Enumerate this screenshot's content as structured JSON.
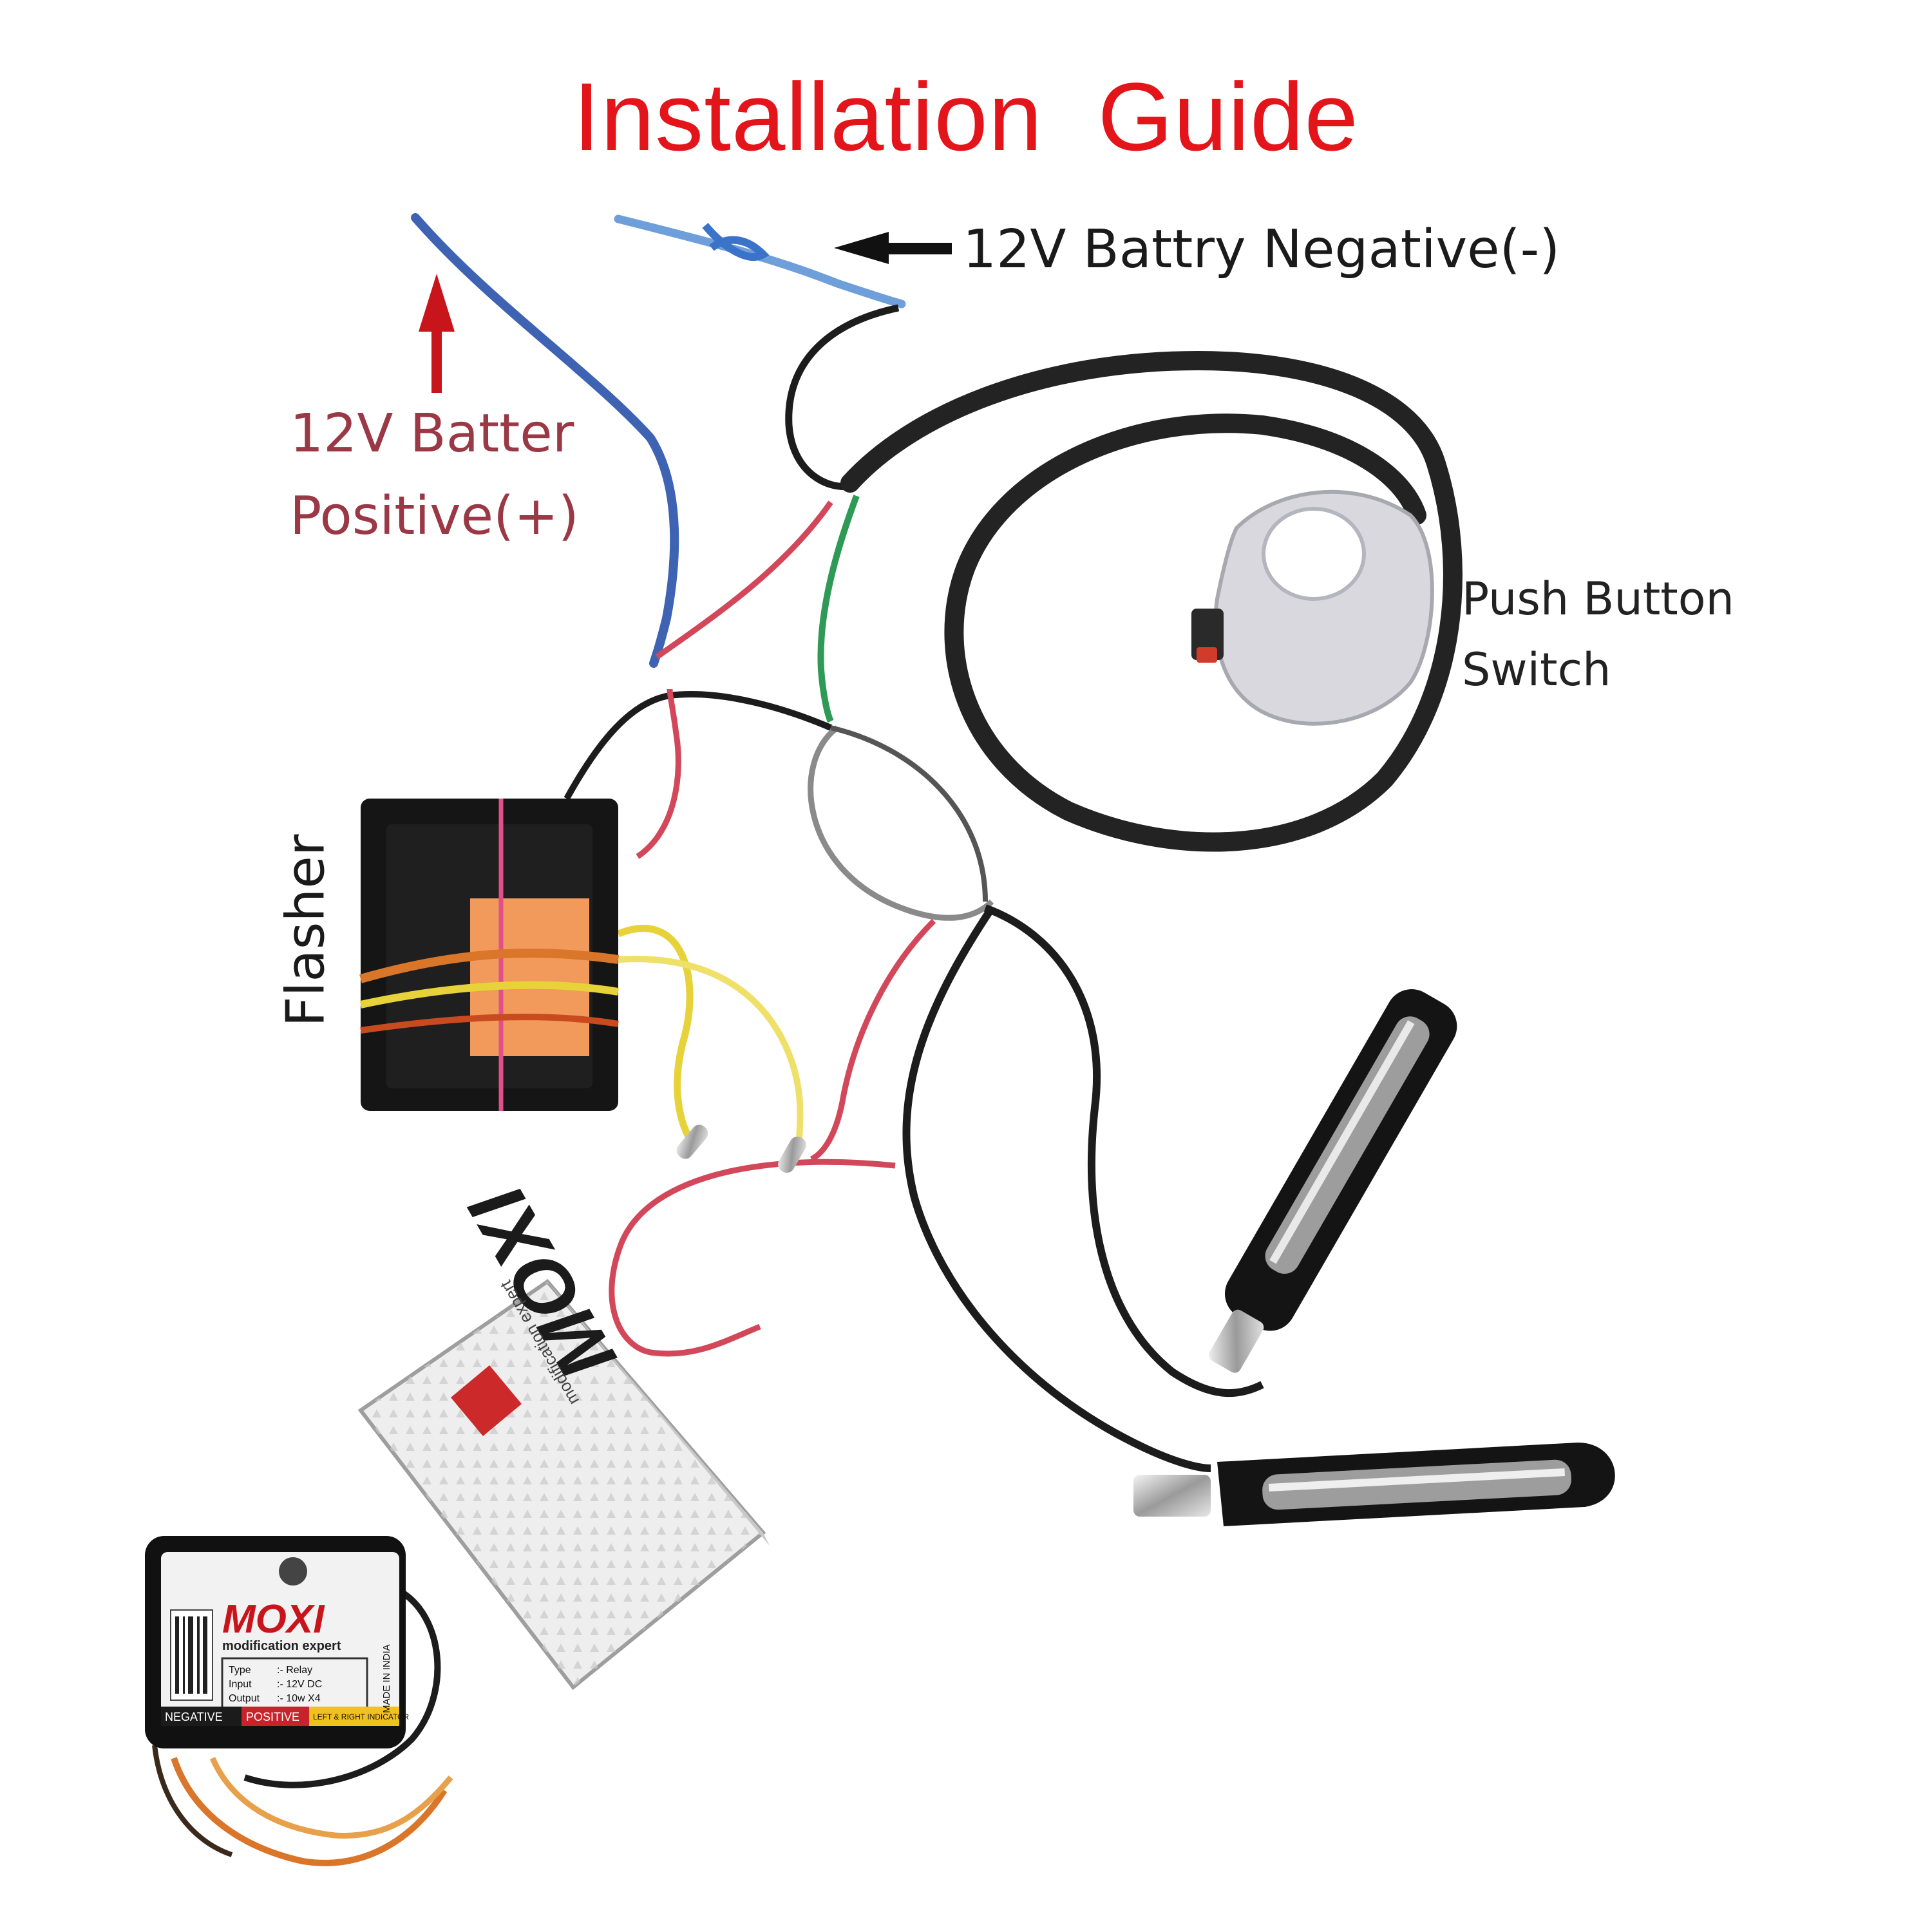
{
  "title": "Installation  Guide",
  "labels": {
    "battery_negative": "12V Battry Negative(-)",
    "battery_positive_line1": "12V Batter",
    "battery_positive_line2": "Positive(+)",
    "push_button_line1": "Push Button",
    "push_button_line2": "Switch",
    "flasher": "Flasher"
  },
  "product": {
    "brand": "MOXI",
    "tagline": "modification expert",
    "spec_rows": [
      [
        "Type",
        ":- Relay"
      ],
      [
        "Input",
        ":- 12V DC"
      ],
      [
        "Output",
        ":- 10w X4"
      ]
    ],
    "origin": "MADE IN INDIA",
    "terminal_negative": "NEGATIVE",
    "terminal_positive": "POSITIVE",
    "terminal_indicator": "LEFT & RIGHT INDICATOR"
  },
  "box": {
    "brand": "MOXI",
    "tagline": "modification expert"
  },
  "colors": {
    "title": "#e4141b",
    "arrow_positive": "#c8141b",
    "arrow_negative": "#111111",
    "wire_blue": "#3f63b3",
    "wire_black": "#1c1c1c",
    "wire_red": "#d2485a",
    "wire_green": "#2e9a56",
    "wire_yellow": "#e8d23a",
    "wire_orange": "#d9762a"
  }
}
